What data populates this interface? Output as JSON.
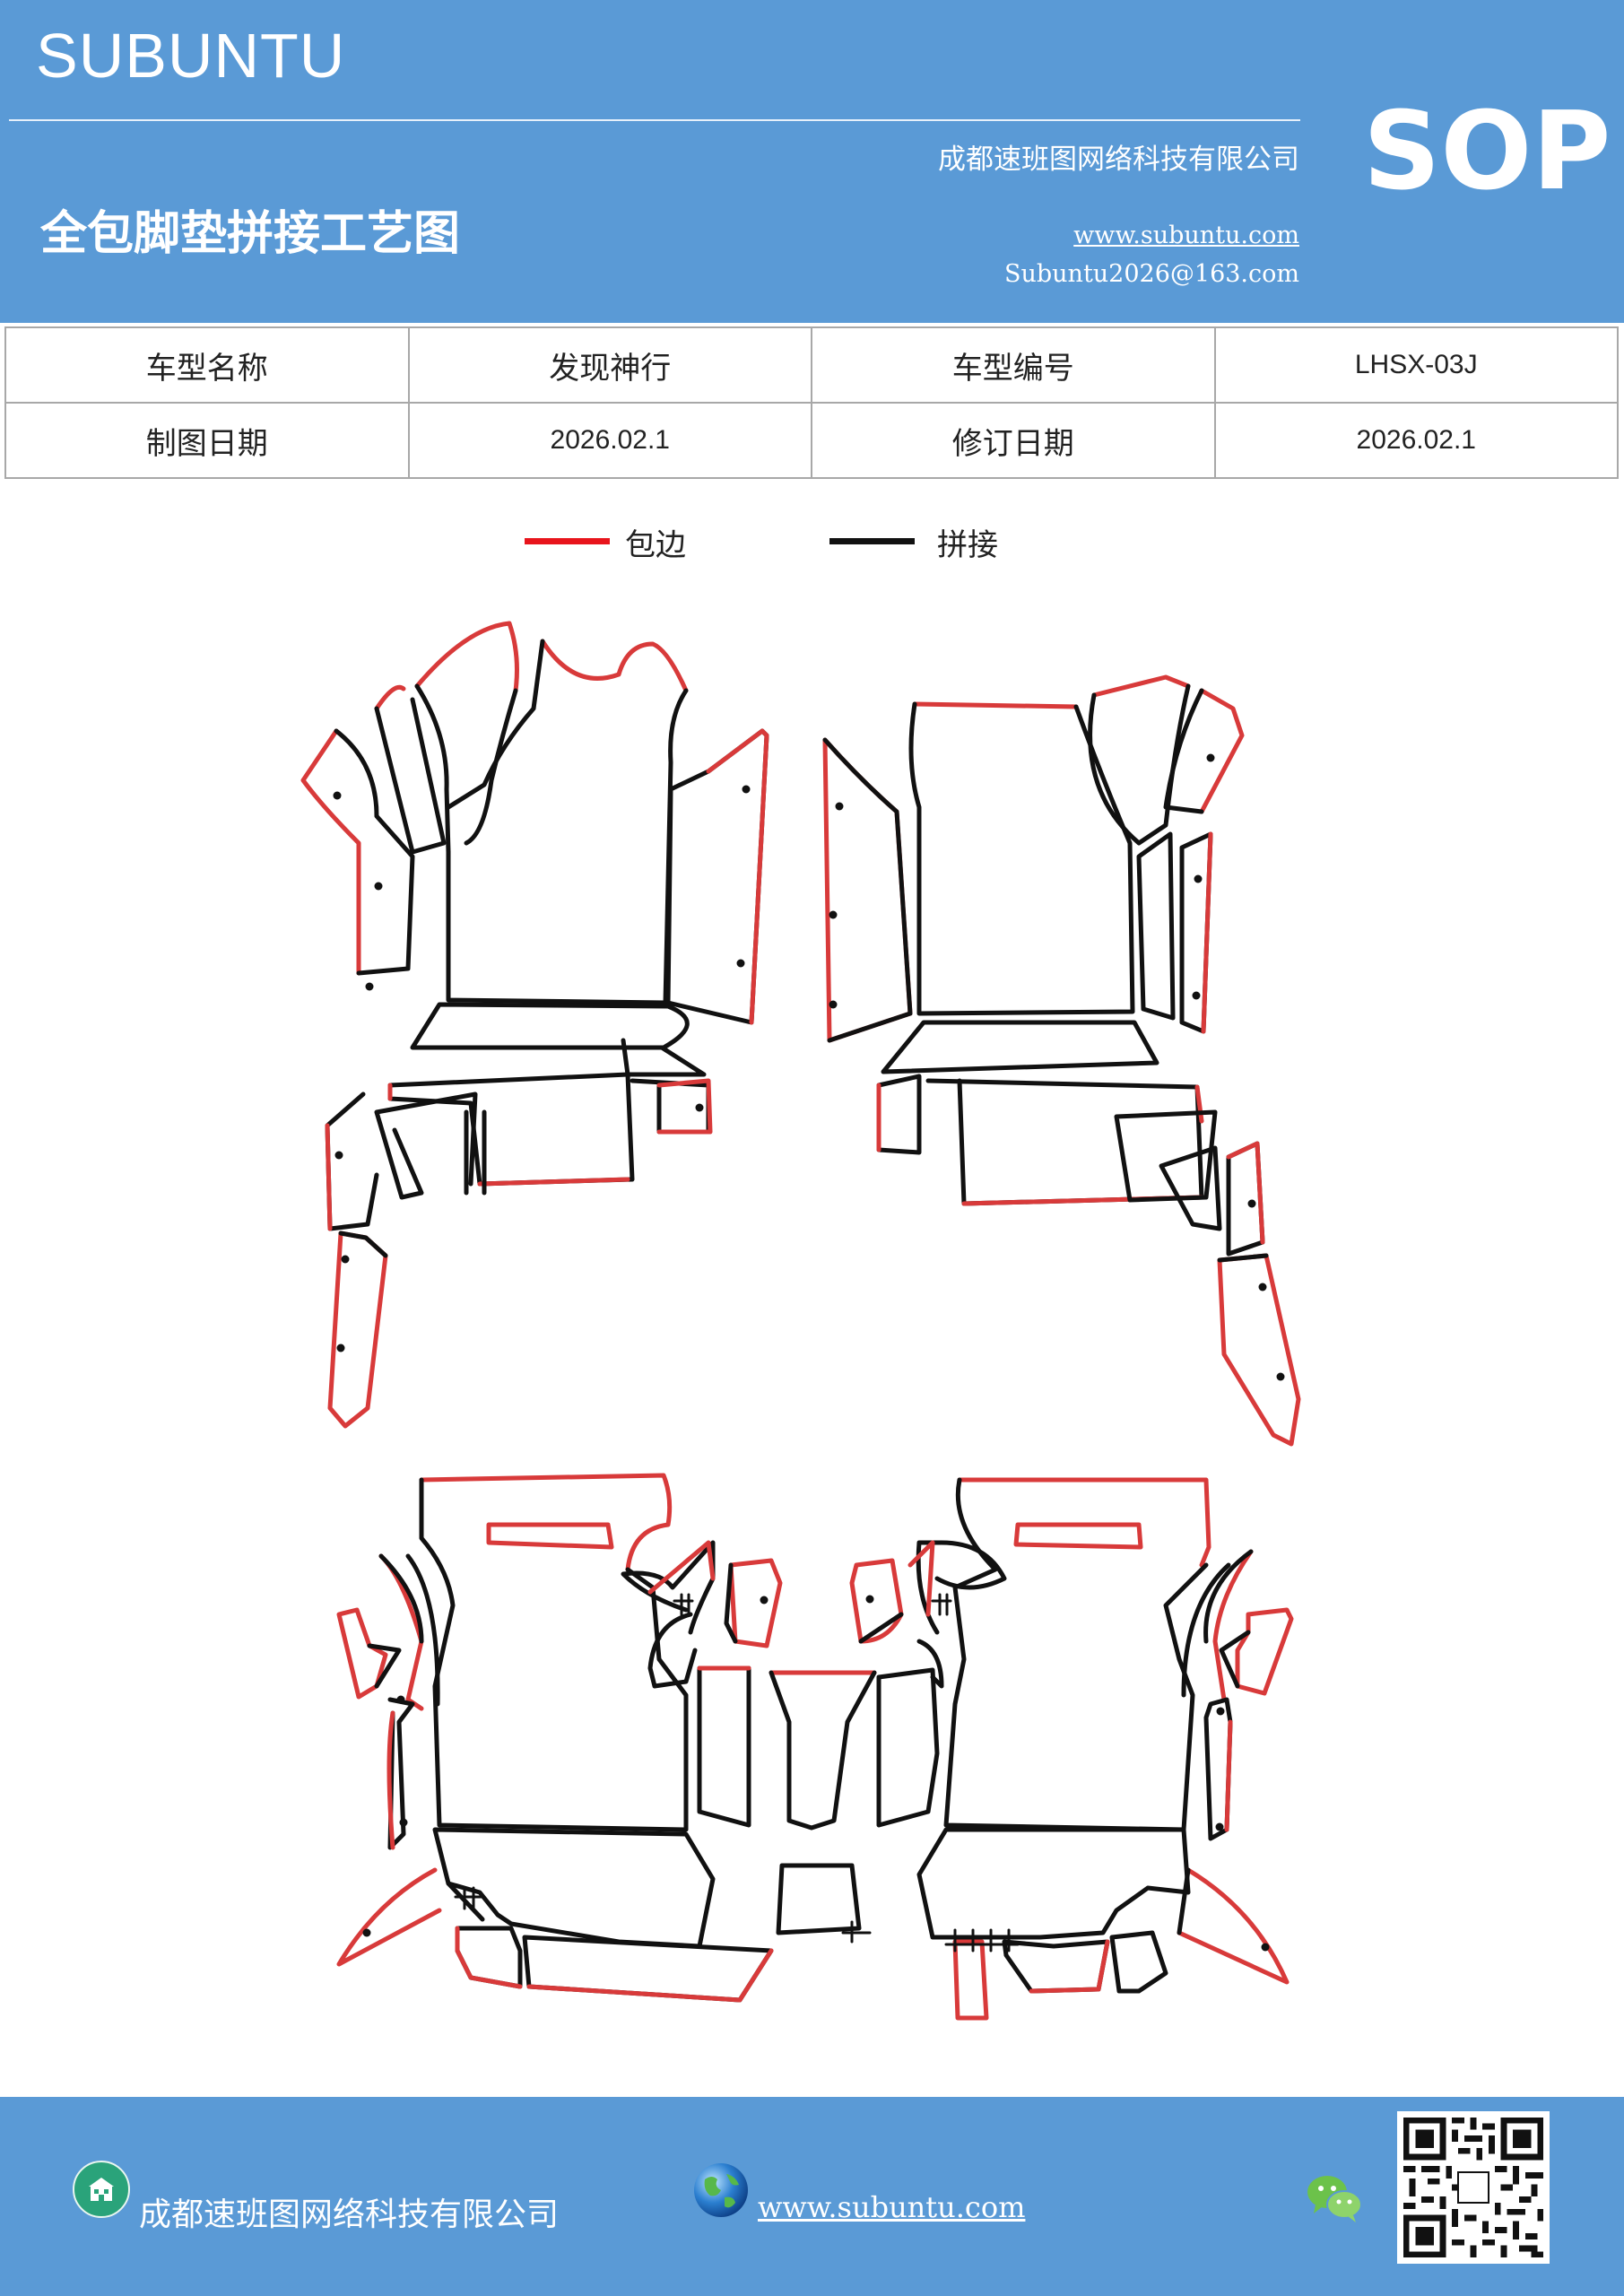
{
  "header": {
    "brand": "SUBUNTU",
    "badge": "SOP",
    "company": "成都速班图网络科技有限公司",
    "title": "全包脚垫拼接工艺图",
    "website": "www.subuntu.com",
    "email": "Subuntu2026@163.com"
  },
  "info_table": {
    "rows": [
      [
        "车型名称",
        "发现神行",
        "车型编号",
        "LHSX-03J"
      ],
      [
        "制图日期",
        "2026.02.1",
        "修订日期",
        "2026.02.1"
      ]
    ]
  },
  "legend": {
    "items": [
      {
        "label": "包边",
        "color": "#e8141c"
      },
      {
        "label": "拼接",
        "color": "#111111"
      }
    ]
  },
  "footer": {
    "company": "成都速班图网络科技有限公司",
    "website": "www.subuntu.com"
  },
  "colors": {
    "header_bg": "#5a9ad6",
    "edge_red": "#d83a3a",
    "seam_black": "#111111"
  },
  "icons": [
    "building-icon",
    "globe-icon",
    "wechat-icon",
    "qr-code-icon"
  ]
}
